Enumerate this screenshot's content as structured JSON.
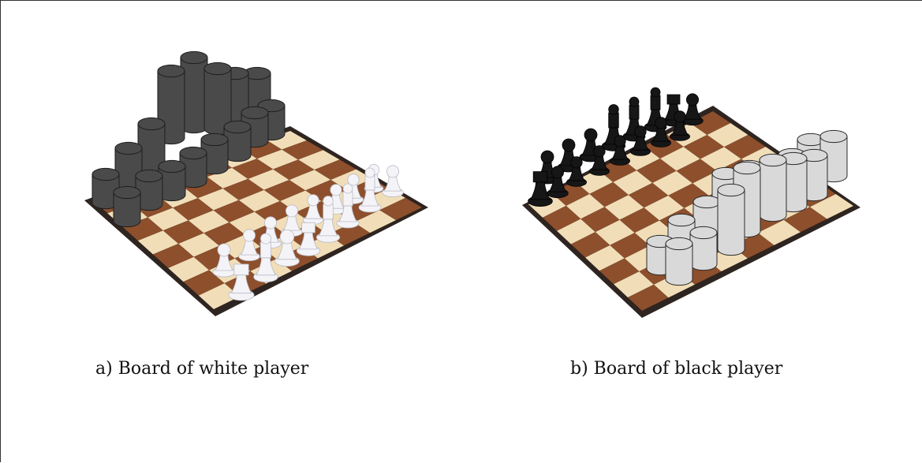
{
  "panels": [
    {
      "caption": "a) Board of white player",
      "own_pieces": "white",
      "opponent_pieces": "dark cylinders"
    },
    {
      "caption": "b) Board of black player",
      "own_pieces": "black",
      "opponent_pieces": "light cylinders"
    }
  ],
  "colors": {
    "light_square": "#f1deb8",
    "dark_square": "#8e4f2c",
    "board_border": "#2e2420",
    "dark_cylinder": "#4a4a4a",
    "light_cylinder": "#d9d9d9",
    "white_piece": "#f4f4f8",
    "black_piece": "#161616"
  }
}
